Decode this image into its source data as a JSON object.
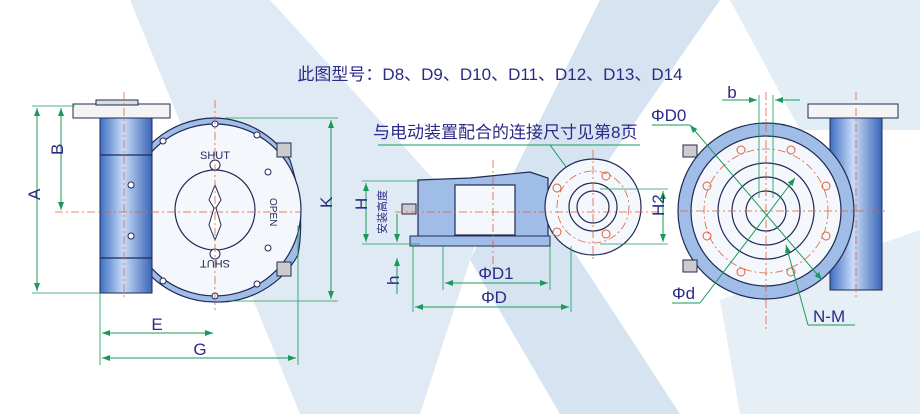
{
  "title": "此图型号：D8、D9、D10、D11、D12、D13、D14",
  "note": "与电动装置配合的连接尺寸见第8页",
  "front_view": {
    "dims": {
      "A": "A",
      "B": "B",
      "K": "K",
      "E": "E",
      "G": "G"
    },
    "dial": {
      "shut_top": "SHUT",
      "shut_bottom": "SHUT",
      "open": "OPEN"
    }
  },
  "side_view": {
    "dims": {
      "H": "H",
      "h": "h",
      "D1": "ΦD1",
      "D": "ΦD",
      "H2": "H2"
    },
    "install_height": "安装高度"
  },
  "flange_view": {
    "dims": {
      "b": "b",
      "D0": "ΦD0",
      "d": "Φd",
      "NM": "N-M"
    }
  },
  "colors": {
    "label": "#2b2a86",
    "dimension": "#1a9a5a",
    "centerline": "#e0603a",
    "body": "#9fbde6"
  }
}
